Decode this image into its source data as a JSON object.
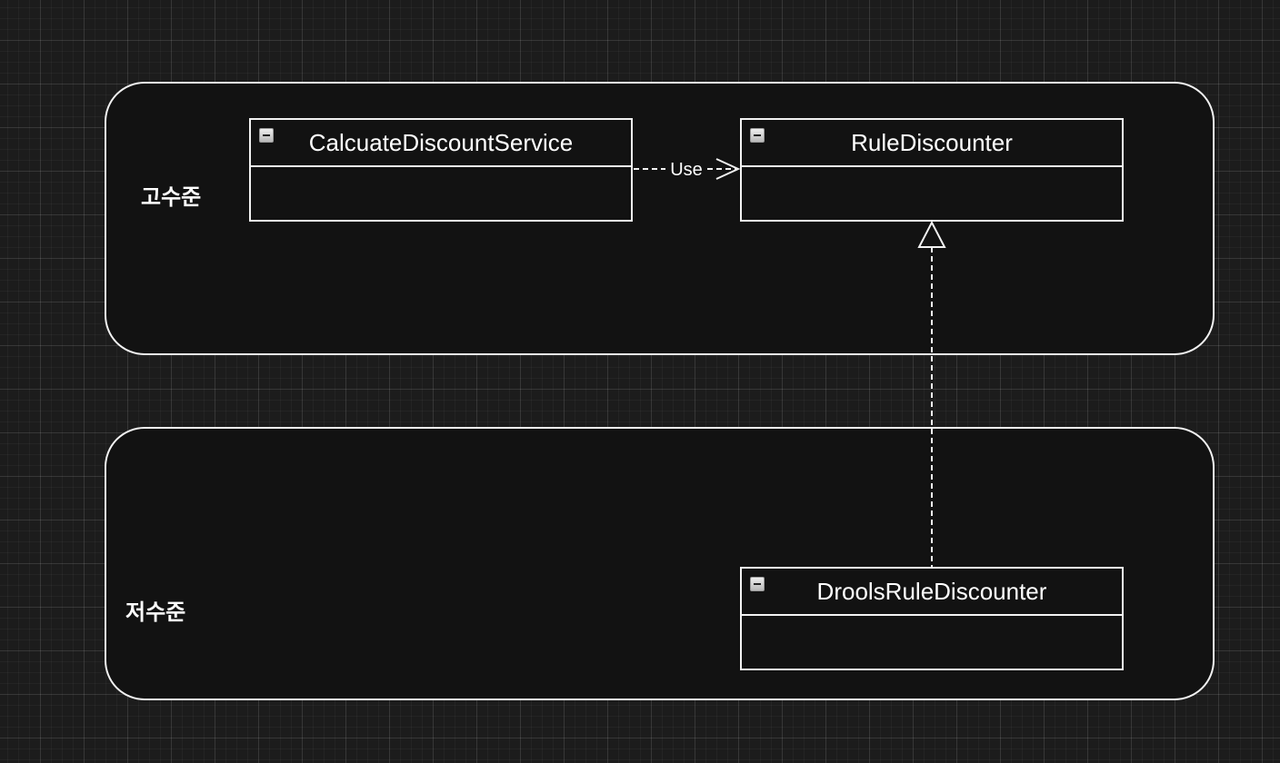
{
  "layers": {
    "high": {
      "label": "고수준"
    },
    "low": {
      "label": "저수준"
    }
  },
  "classes": {
    "service": {
      "name": "CalcuateDiscountService"
    },
    "rule": {
      "name": "RuleDiscounter"
    },
    "drools": {
      "name": "DroolsRuleDiscounter"
    }
  },
  "relations": {
    "use": {
      "label": "Use",
      "type": "dependency",
      "from": "CalcuateDiscountService",
      "to": "RuleDiscounter"
    },
    "realization": {
      "type": "realization",
      "from": "DroolsRuleDiscounter",
      "to": "RuleDiscounter"
    }
  },
  "colors": {
    "canvas": "#1c1c1c",
    "fill": "#121212",
    "stroke": "#f2f2f2",
    "text": "#ffffff"
  }
}
